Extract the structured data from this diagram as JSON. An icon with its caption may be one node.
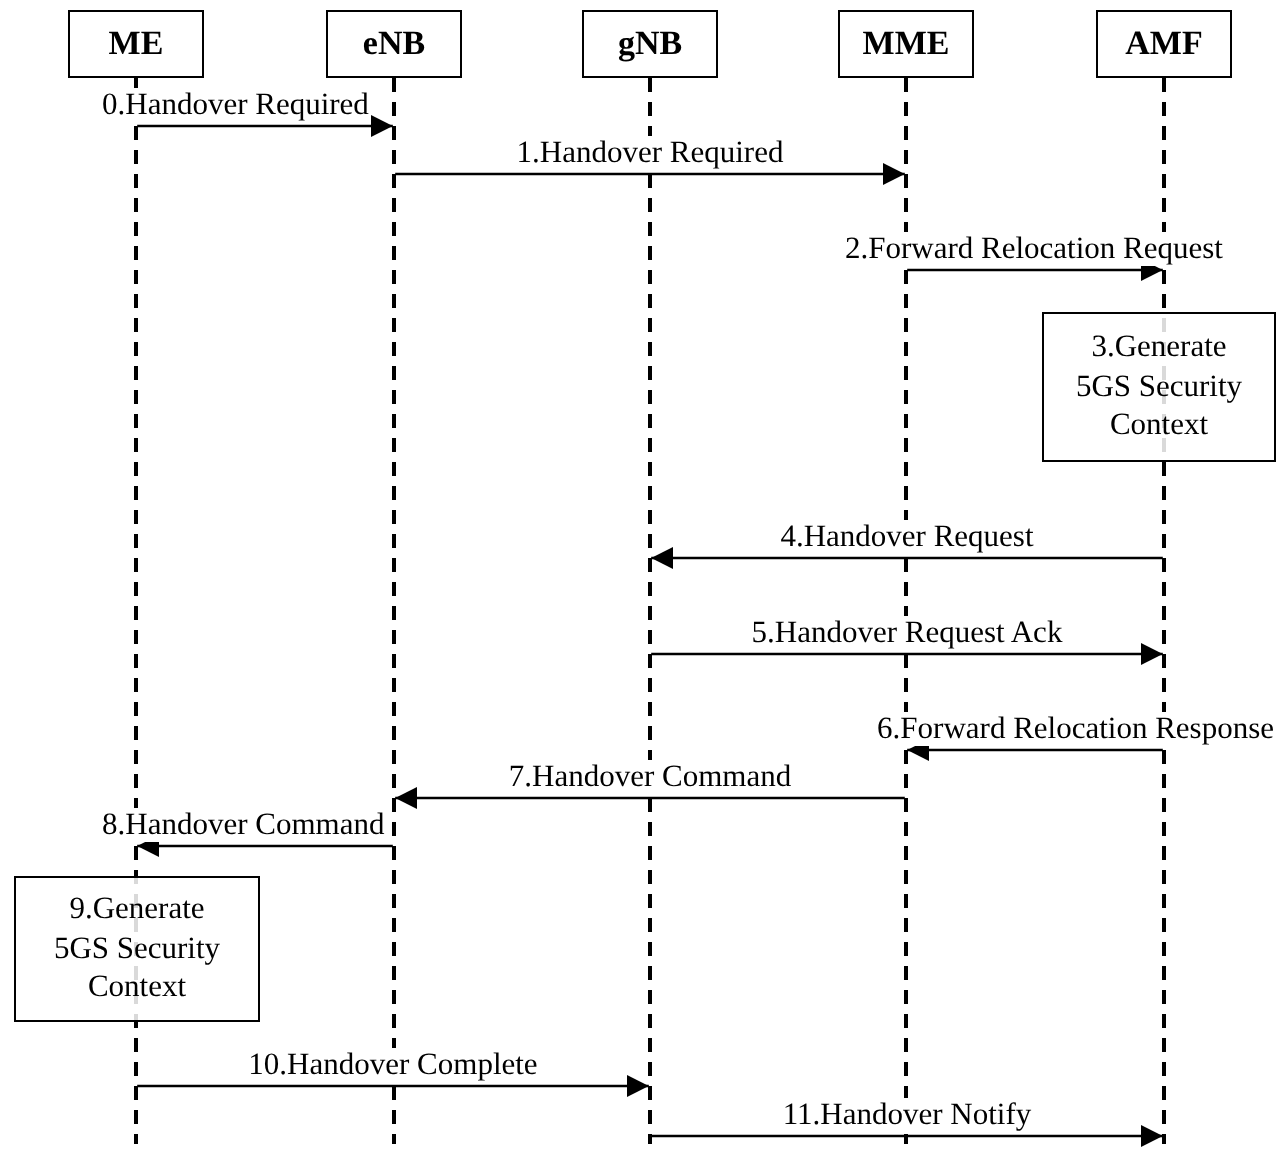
{
  "diagram": {
    "nodes": [
      {
        "text": [
          "ME"
        ]
      },
      {
        "text": [
          "eNB"
        ]
      },
      {
        "text": [
          "gNB"
        ]
      },
      {
        "text": [
          "MME"
        ]
      },
      {
        "text": [
          "AMF"
        ]
      },
      {
        "text": [],
        "shape": "line"
      },
      {
        "text": [],
        "shape": "line"
      },
      {
        "text": [],
        "shape": "line"
      },
      {
        "text": [],
        "shape": "line"
      },
      {
        "text": [],
        "shape": "line"
      },
      {
        "text": [
          "3.Generate 5GS Security Context"
        ]
      },
      {
        "text": [
          "9.Generate 5GS Security Context"
        ]
      }
    ],
    "edges": [
      {
        "from": 5,
        "to": 6,
        "arrow": "to",
        "label": "0.Handover Required"
      },
      {
        "from": 6,
        "to": 8,
        "arrow": "to",
        "label": "1.Handover Required"
      },
      {
        "from": 8,
        "to": 9,
        "arrow": "to",
        "label": "2.Forward Relocation Request"
      },
      {
        "from": 9,
        "to": 7,
        "arrow": "to",
        "label": "4.Handover Request"
      },
      {
        "from": 7,
        "to": 9,
        "arrow": "to",
        "label": "5.Handover Request Ack"
      },
      {
        "from": 9,
        "to": 8,
        "arrow": "to",
        "label": "6.Forward Relocation Response"
      },
      {
        "from": 8,
        "to": 6,
        "arrow": "to",
        "label": "7.Handover Command"
      },
      {
        "from": 6,
        "to": 5,
        "arrow": "to",
        "label": "8.Handover Command"
      },
      {
        "from": 5,
        "to": 7,
        "arrow": "to",
        "label": "10.Handover Complete"
      },
      {
        "from": 7,
        "to": 9,
        "arrow": "to",
        "label": "11.Handover Notify"
      }
    ]
  }
}
